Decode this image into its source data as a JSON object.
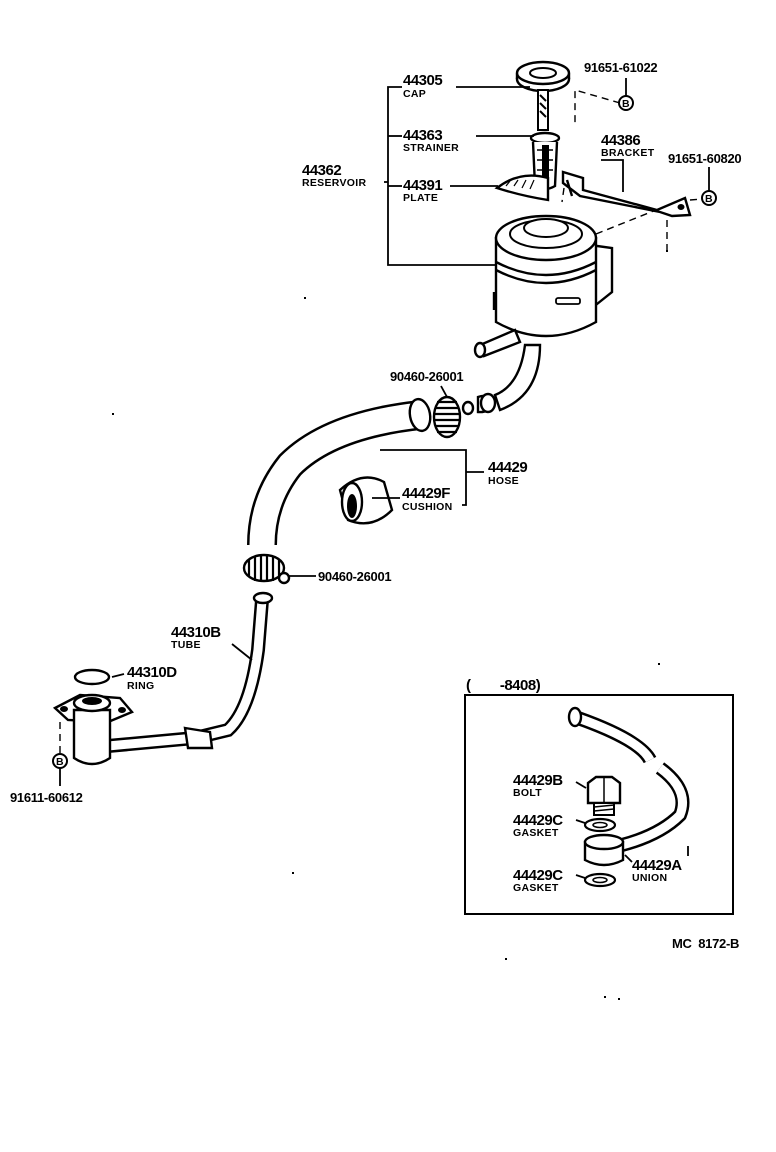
{
  "parts": {
    "cap": {
      "number": "44305",
      "name": "CAP"
    },
    "strainer": {
      "number": "44363",
      "name": "STRAINER"
    },
    "reservoir": {
      "number": "44362",
      "name": "RESERVOIR"
    },
    "plate": {
      "number": "44391",
      "name": "PLATE"
    },
    "bracket": {
      "number": "44386",
      "name": "BRACKET"
    },
    "bolt_cap": {
      "number": "91651-61022"
    },
    "bolt_bracket": {
      "number": "91651-60820"
    },
    "clamp_upper": {
      "number": "90460-26001"
    },
    "hose": {
      "number": "44429",
      "name": "HOSE"
    },
    "cushion": {
      "number": "44429F",
      "name": "CUSHION"
    },
    "clamp_lower": {
      "number": "90460-26001"
    },
    "tube": {
      "number": "44310B",
      "name": "TUBE"
    },
    "ring": {
      "number": "44310D",
      "name": "RING"
    },
    "bolt_tube": {
      "number": "91611-60612"
    }
  },
  "inset": {
    "header": "(        -8408)",
    "bolt": {
      "number": "44429B",
      "name": "BOLT"
    },
    "gasket_upper": {
      "number": "44429C",
      "name": "GASKET"
    },
    "union": {
      "number": "44429A",
      "name": "UNION"
    },
    "gasket_lower": {
      "number": "44429C",
      "name": "GASKET"
    }
  },
  "bolt_symbol": "B",
  "diagram_code": "MC  8172-B"
}
